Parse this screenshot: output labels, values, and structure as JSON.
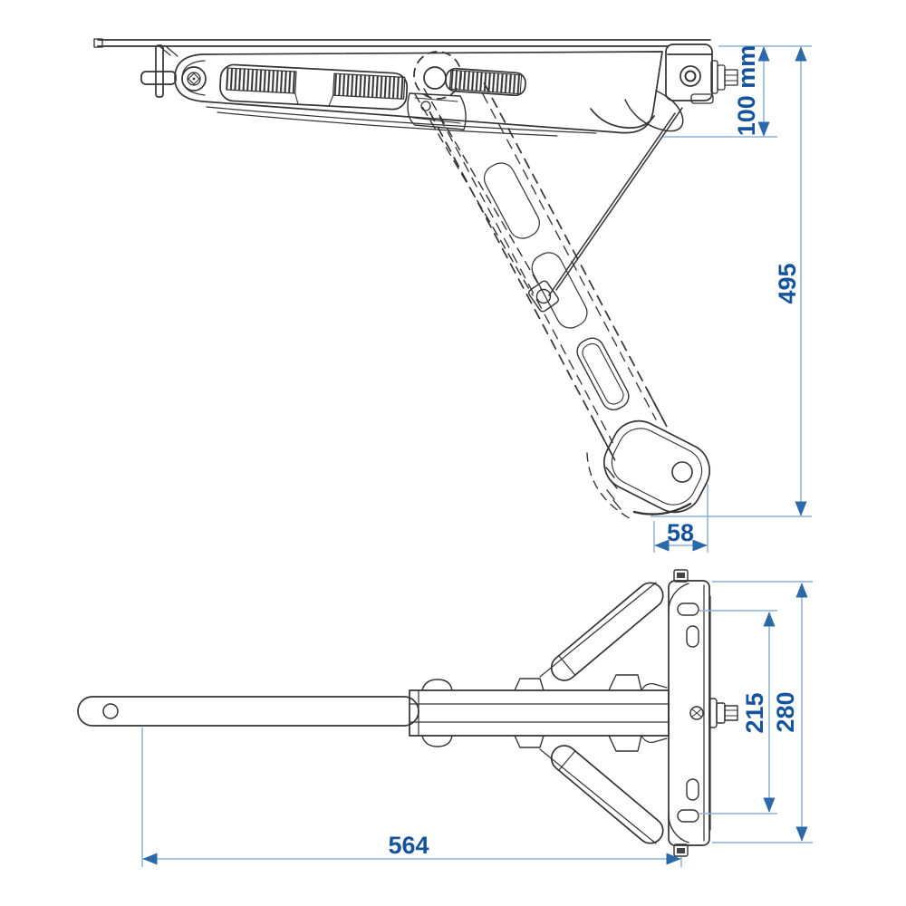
{
  "drawing": {
    "title": "corner-steady-jack-technical-drawing",
    "colors": {
      "line": "#333333",
      "dimension_line": "#8ab2d4",
      "dimension_arrow": "#2a6aa9",
      "dimension_text": "#15549c",
      "background": "#ffffff"
    },
    "side_view": {
      "dims": {
        "stroke_height": "100 mm",
        "overall_height": "495",
        "foot_width": "58"
      }
    },
    "plan_view": {
      "dims": {
        "bolt_spacing": "215",
        "bracket_height": "280",
        "overall_length": "564"
      }
    }
  }
}
